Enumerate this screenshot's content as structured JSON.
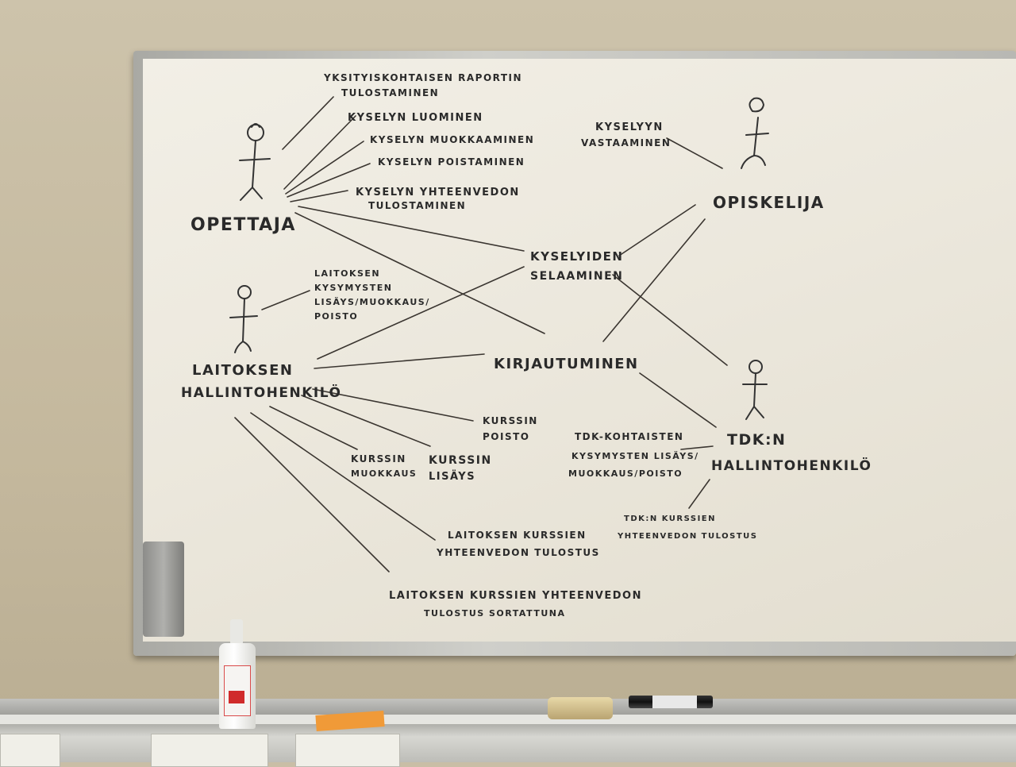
{
  "actors": {
    "opettaja": "OPETTAJA",
    "opiskelija": "OPISKELIJA",
    "laitoksen_line1": "LAITOKSEN",
    "laitoksen_line2": "HALLINTOHENKILÖ",
    "tdk_line1": "TDK:N",
    "tdk_line2": "HALLINTOHENKILÖ"
  },
  "use_cases": {
    "yksityiskohtaisen_1": "YKSITYISKOHTAISEN RAPORTIN",
    "yksityiskohtaisen_2": "TULOSTAMINEN",
    "kyselyn_luominen": "KYSELYN LUOMINEN",
    "kyselyn_muokkaaminen": "KYSELYN MUOKKAAMINEN",
    "kyselyn_poistaminen": "KYSELYN POISTAMINEN",
    "kyselyn_yhteenvedon_1": "KYSELYN YHTEENVEDON",
    "kyselyn_yhteenvedon_2": "TULOSTAMINEN",
    "kyselyyn_1": "KYSELYYN",
    "kyselyyn_2": "VASTAAMINEN",
    "kyselyiden_1": "KYSELYIDEN",
    "kyselyiden_2": "SELAAMINEN",
    "laitoksen_kysymysten_1": "LAITOKSEN",
    "laitoksen_kysymysten_2": "KYSYMYSTEN",
    "laitoksen_kysymysten_3": "LISÄYS/MUOKKAUS/",
    "laitoksen_kysymysten_4": "POISTO",
    "kirjautuminen": "KIRJAUTUMINEN",
    "kurssin_poisto_1": "KURSSIN",
    "kurssin_poisto_2": "POISTO",
    "kurssin_muokkaus_1": "KURSSIN",
    "kurssin_muokkaus_2": "MUOKKAUS",
    "kurssin_lisays_1": "KURSSIN",
    "kurssin_lisays_2": "LISÄYS",
    "tdk_kohtaisten_1": "TDK-KOHTAISTEN",
    "tdk_kohtaisten_2": "KYSYMYSTEN LISÄYS/",
    "tdk_kohtaisten_3": "MUOKKAUS/POISTO",
    "tdk_kurssien_1": "TDK:N KURSSIEN",
    "tdk_kurssien_2": "YHTEENVEDON TULOSTUS",
    "laitoksen_kurssien_1": "LAITOKSEN KURSSIEN",
    "laitoksen_kurssien_2": "YHTEENVEDON TULOSTUS",
    "laitoksen_jarjestetty_1": "LAITOKSEN KURSSIEN YHTEENVEDON",
    "laitoksen_jarjestetty_2": "TULOSTUS SORTATTUNA"
  },
  "colors": {
    "ink": "#2a2a2a",
    "board": "#eeeae0",
    "frame": "#b8b8b3"
  }
}
